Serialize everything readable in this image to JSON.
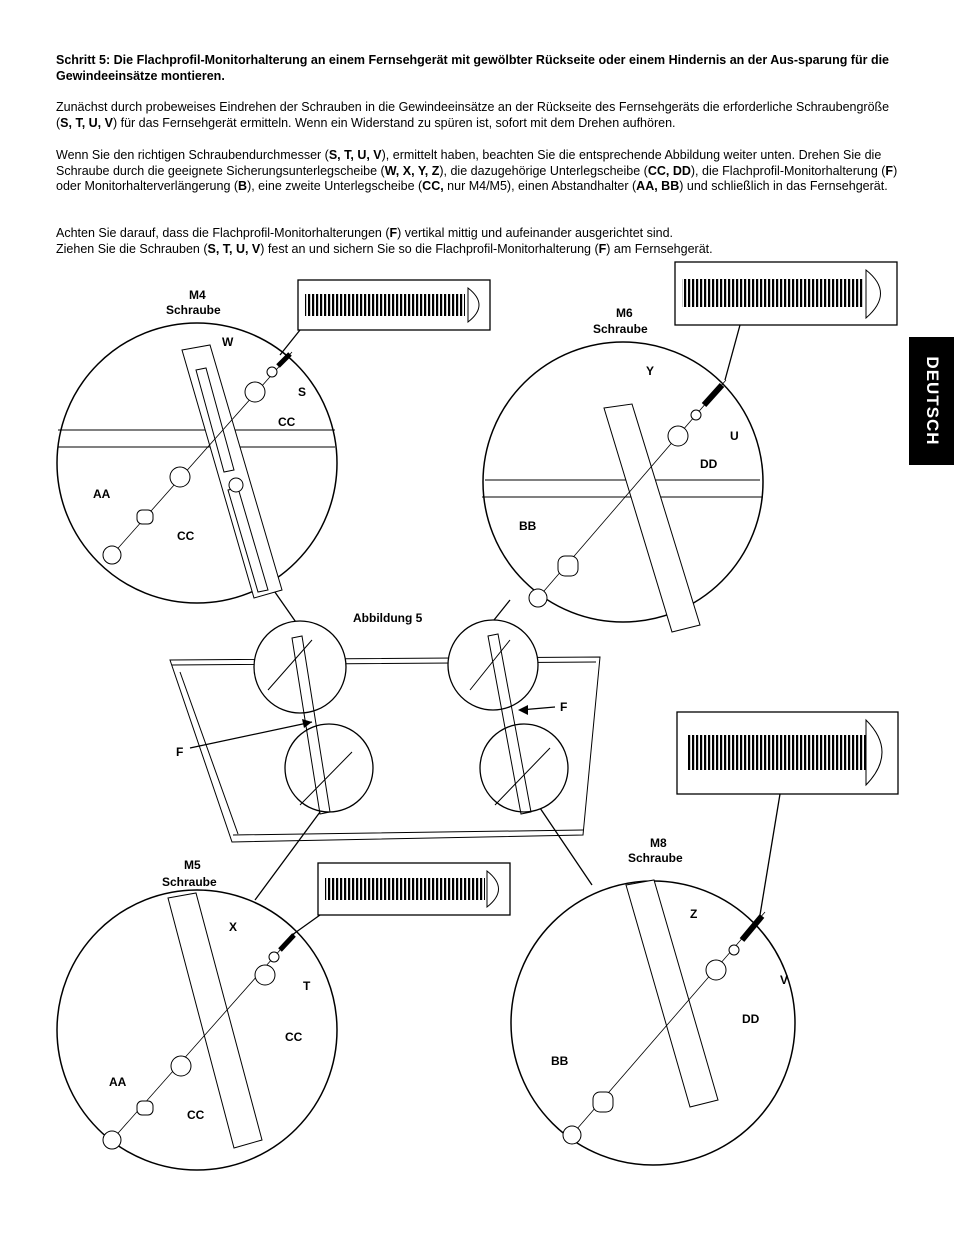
{
  "step_title": "Schritt 5: Die Flachprofil-Monitorhalterung an einem Fernsehgerät mit gewölbter Rückseite oder einem Hindernis an der Aus-sparung für die Gewindeeinsätze montieren.",
  "para1": [
    {
      "t": "Zunächst durch probeweises Eindrehen der Schrauben in die Gewindeeinsätze an der Rückseite des Fernsehgeräts die erforderliche Schraubengröße ("
    },
    {
      "t": "S, T, U, V",
      "b": true
    },
    {
      "t": ") für das Fernsehgerät ermitteln. Wenn ein Widerstand zu spüren ist, sofort mit dem Drehen aufhören."
    }
  ],
  "para2": [
    {
      "t": "Wenn Sie den richtigen Schraubendurchmesser ("
    },
    {
      "t": "S, T, U, V",
      "b": true
    },
    {
      "t": "), ermittelt haben, beachten Sie die entsprechende Abbildung weiter unten. Drehen Sie die Schraube durch die geeignete Sicherungsunterlegscheibe ("
    },
    {
      "t": "W, X, Y, Z",
      "b": true
    },
    {
      "t": "), die dazugehörige Unterlegscheibe ("
    },
    {
      "t": "CC, DD",
      "b": true
    },
    {
      "t": "), die Flachprofil-Monitorhalterung ("
    },
    {
      "t": "F",
      "b": true
    },
    {
      "t": ") oder Monitorhalterverlängerung ("
    },
    {
      "t": "B",
      "b": true
    },
    {
      "t": "), eine zweite Unterlegscheibe ("
    },
    {
      "t": "CC,",
      "b": true
    },
    {
      "t": " nur M4/M5), einen Abstandhalter ("
    },
    {
      "t": "AA, BB",
      "b": true
    },
    {
      "t": ") und schließlich in das Fernsehgerät."
    }
  ],
  "para3": [
    {
      "t": "Achten Sie darauf, dass die Flachprofil-Monitorhalterungen ("
    },
    {
      "t": "F",
      "b": true
    },
    {
      "t": ") vertikal mittig und aufeinander ausgerichtet sind."
    },
    {
      "br": true
    },
    {
      "t": "Ziehen Sie die Schrauben ("
    },
    {
      "t": "S, T, U, V",
      "b": true
    },
    {
      "t": ") fest an und sichern Sie so die Flachprofil-Monitorhalterung ("
    },
    {
      "t": "F",
      "b": true
    },
    {
      "t": ") am Fernsehgerät."
    }
  ],
  "side_tab": "DEUTSCH",
  "figure": {
    "title": "Abbildung 5",
    "m4": {
      "name": "M4",
      "sub": "Schraube",
      "labels": {
        "w": "W",
        "s": "S",
        "cc1": "CC",
        "aa": "AA",
        "cc2": "CC"
      }
    },
    "m6": {
      "name": "M6",
      "sub": "Schraube",
      "labels": {
        "y": "Y",
        "u": "U",
        "dd": "DD",
        "bb": "BB"
      }
    },
    "m5": {
      "name": "M5",
      "sub": "Schraube",
      "labels": {
        "x": "X",
        "t": "T",
        "cc1": "CC",
        "aa": "AA",
        "cc2": "CC"
      }
    },
    "m8": {
      "name": "M8",
      "sub": "Schraube",
      "labels": {
        "z": "Z",
        "v": "V",
        "dd": "DD",
        "bb": "BB"
      }
    },
    "f_left": "F",
    "f_right": "F"
  }
}
